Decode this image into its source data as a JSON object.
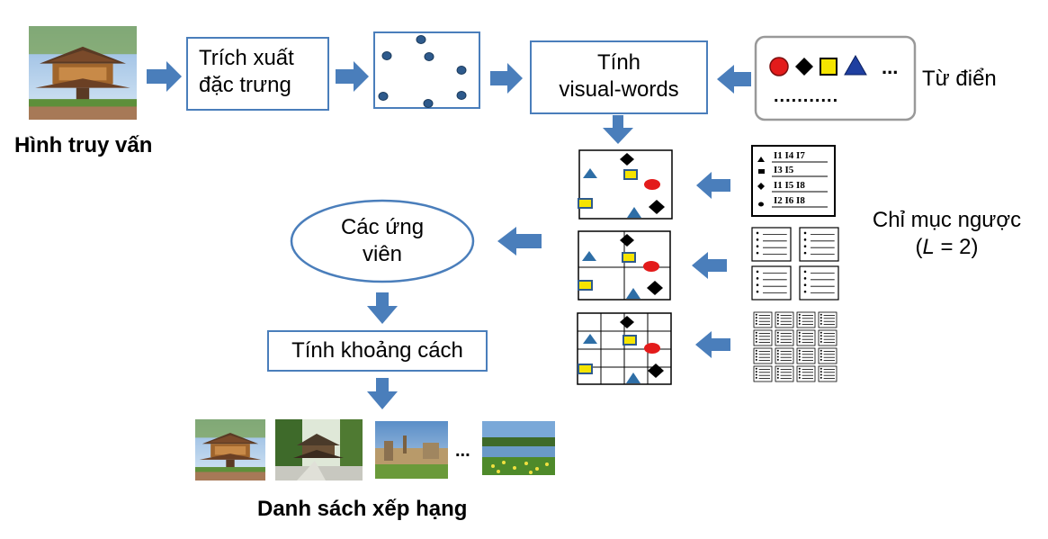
{
  "query_label": "Hình truy vấn",
  "extract_line1": "Trích xuất",
  "extract_line2": "đặc trưng",
  "compute_line1": "Tính",
  "compute_line2": "visual-words",
  "dictionary_label": "Từ điển",
  "dictionary_ellipsis": "...",
  "dictionary_dots": "...........",
  "inverted_index_line1": "Chỉ  mục ngược",
  "inverted_index_L": "L",
  "inverted_index_eq": " = 2)",
  "candidates_line1": "Các ứng",
  "candidates_line2": "viên",
  "distance_label": "Tính  khoảng cách",
  "ranked_list_label": "Danh sách xếp hạng",
  "ranked_ellipsis": "...",
  "index_table_rows": [
    "I1  I4  I7",
    "I3  I5",
    "I1  I5  I8",
    "I2  I6  I8"
  ],
  "colors": {
    "arrow": "#4a7ebb",
    "box_border": "#4a7ebb",
    "dot": "#2e5a8c",
    "triangle": "#2e6ea6",
    "square_fill": "#f5e400",
    "circle": "#e31b1b"
  }
}
